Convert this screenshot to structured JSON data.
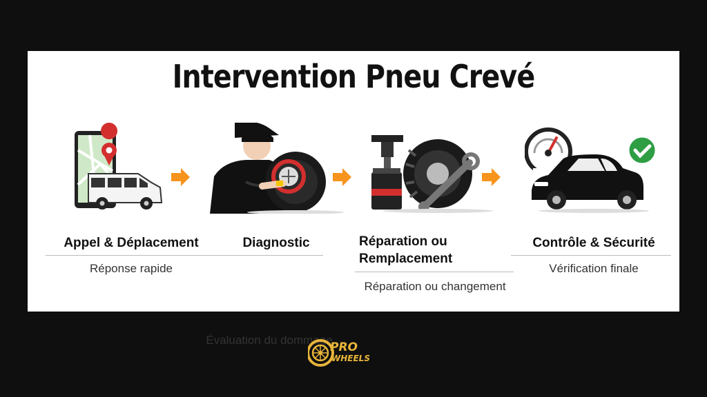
{
  "title": "Intervention Pneu Crevé",
  "steps": [
    {
      "title": "Appel & Déplacement",
      "subtitle": "Réponse rapide",
      "icon": "phone-map-van-icon"
    },
    {
      "title": "Diagnostic",
      "subtitle": "Évaluation du dommage",
      "icon": "mechanic-tire-icon"
    },
    {
      "title_line1": "Réparation ou",
      "title_line2": "Remplacement",
      "subtitle": "Réparation ou changement",
      "icon": "jack-tire-wrench-icon"
    },
    {
      "title": "Contrôle & Sécurité",
      "subtitle": "Vérification finale",
      "icon": "gauge-car-check-icon"
    }
  ],
  "logo": {
    "line1": "PRO",
    "line2": "WHEELS"
  },
  "colors": {
    "arrow": "#f7941d",
    "accent_red": "#d32f2f",
    "check_green": "#2e9e44",
    "logo_gold": "#e8b53a",
    "background": "#0f0f0f",
    "panel": "#ffffff"
  }
}
